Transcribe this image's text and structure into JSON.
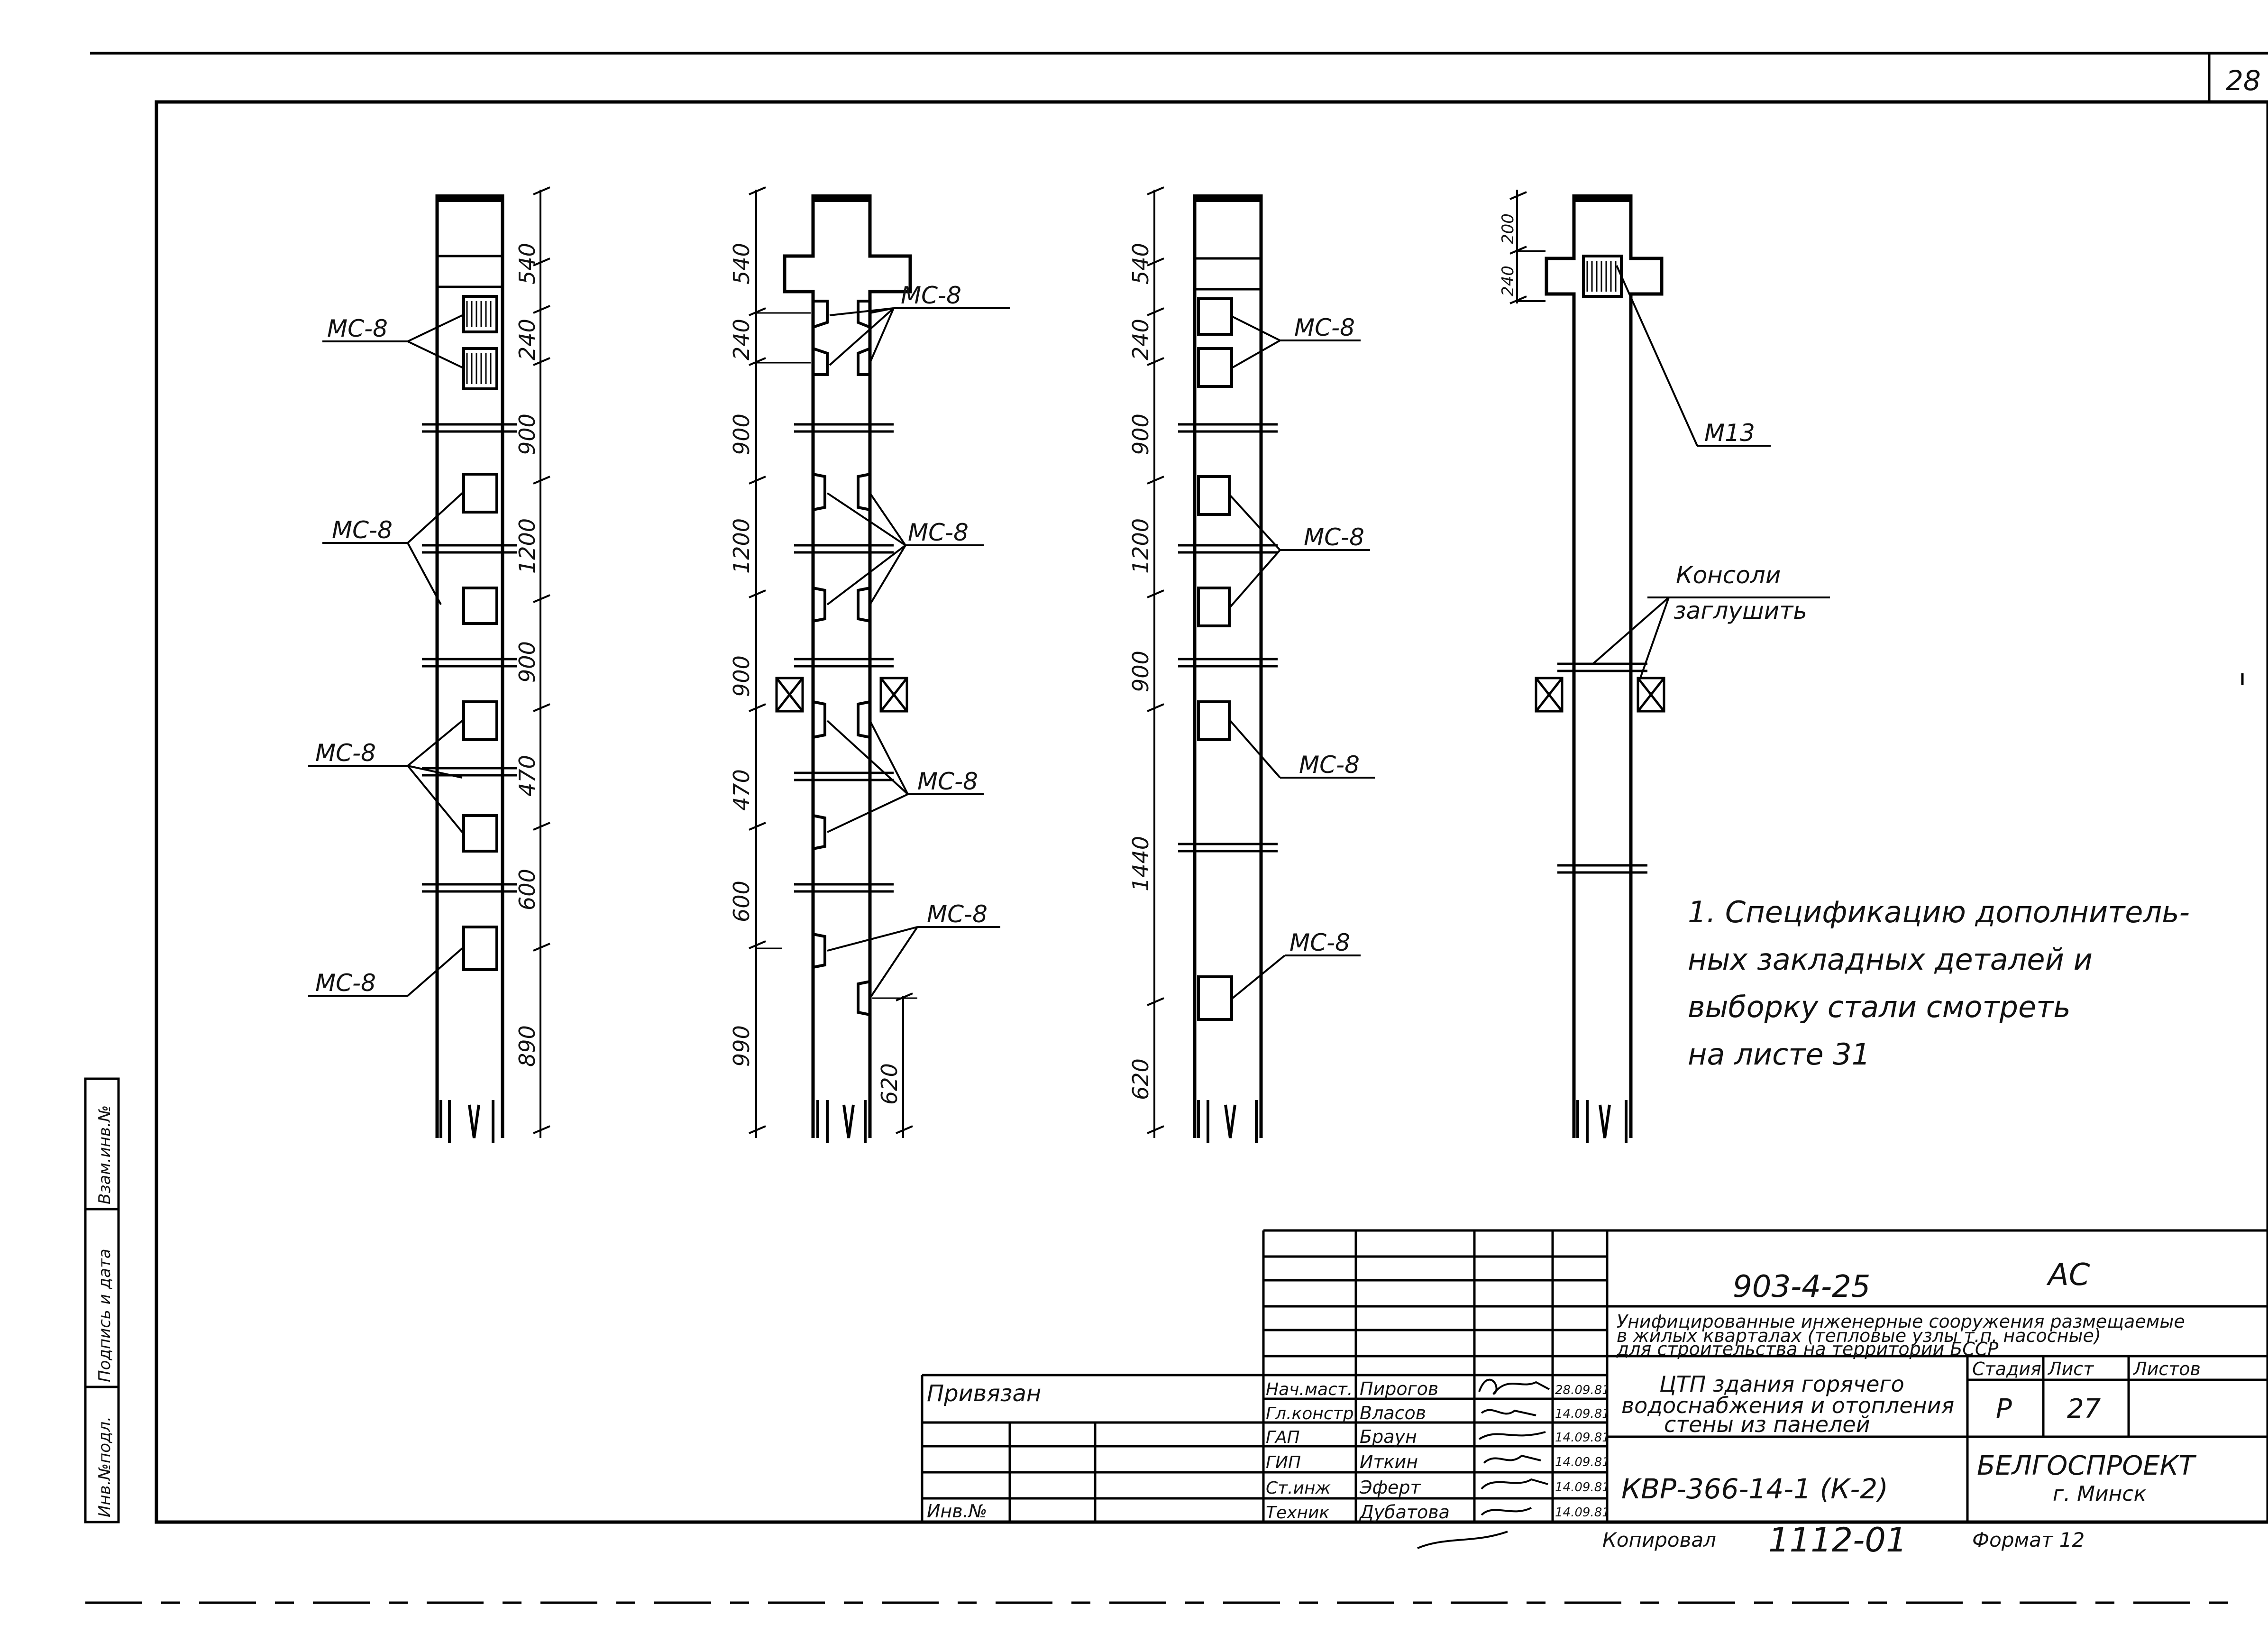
{
  "page_number": "28",
  "embed_label": "МС-8",
  "callout_m13": "М13",
  "consoles_note": [
    "Консоли",
    "заглушить"
  ],
  "columns": [
    {
      "dims": [
        "540",
        "240",
        "900",
        "1200",
        "900",
        "470",
        "600",
        "890"
      ]
    },
    {
      "dims": [
        "540",
        "240",
        "900",
        "1200",
        "900",
        "470",
        "600",
        "990"
      ],
      "side_dim": "620"
    },
    {
      "dims": [
        "540",
        "240",
        "900",
        "1200",
        "900",
        "1440",
        "620"
      ]
    },
    {
      "dims": [
        "240",
        "200"
      ]
    }
  ],
  "note_lines": [
    "1. Спецификацию дополнитель-",
    "ных закладных деталей и",
    "выборку стали смотреть",
    "на листе 31"
  ],
  "side_stamp": [
    "Инв.№подл.",
    "Подпись и дата",
    "Взам.инв.№"
  ],
  "title_block": {
    "project_code": "903-4-25",
    "section": "АС",
    "project_title": [
      "Унифицированные инженерные сооружения размещаемые",
      "в жилых кварталах (тепловые узлы т.п. насосные)",
      "для строительства на территории БССР"
    ],
    "sheet_title": [
      "ЦТП здания горячего",
      "водоснабжения и отопления",
      "стены из панелей"
    ],
    "stage_header": "Стадия",
    "sheet_header": "Лист",
    "sheets_header": "Листов",
    "stage": "Р",
    "sheet": "27",
    "doc_code": "КВР-366-14-1 (К-2)",
    "org": "БЕЛГОСПРОЕКТ",
    "city": "г. Минск",
    "privyazan": "Привязан",
    "inv_no": "Инв.№",
    "roles": [
      "Нач.маст.",
      "Гл.констр.",
      "ГАП",
      "ГИП",
      "Ст.инж",
      "Техник"
    ],
    "names": [
      "Пирогов",
      "Власов",
      "Браун",
      "Иткин",
      "Эферт",
      "Дубатова"
    ],
    "dates": [
      "28.09.81",
      "14.09.81",
      "14.09.81",
      "14.09.81",
      "14.09.81",
      "14.09.81"
    ],
    "copied": "Копировал",
    "order_no": "1112-01",
    "format": "Формат 12"
  }
}
